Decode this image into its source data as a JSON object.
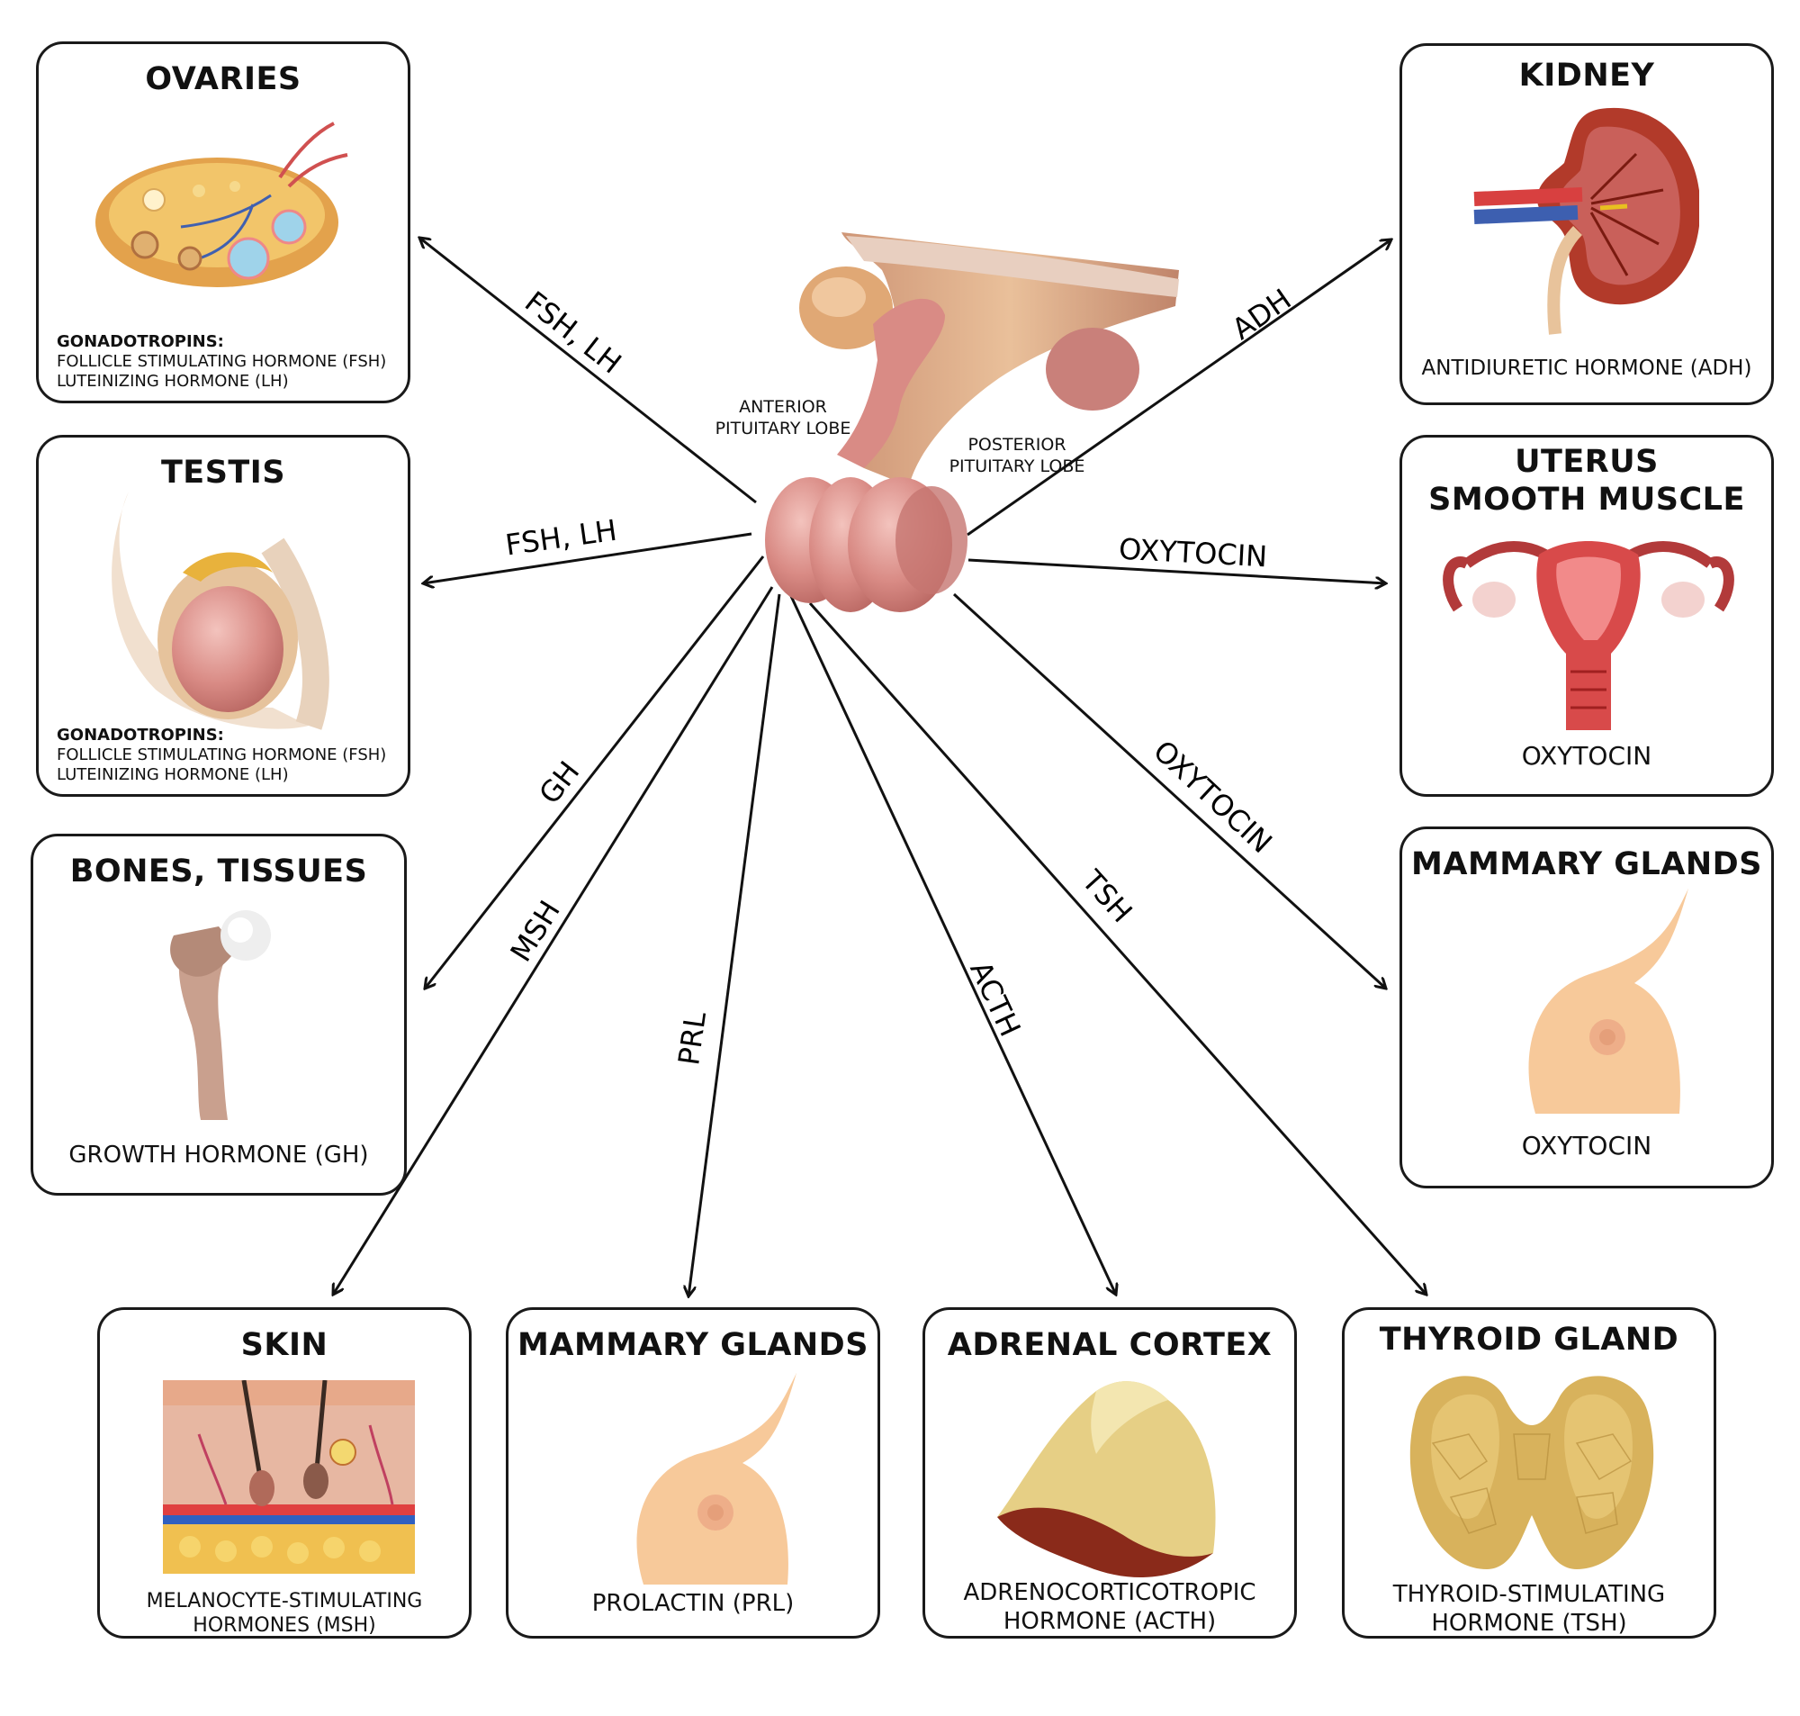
{
  "pituitary": {
    "anterior_label": "ANTERIOR\nPITUITARY LOBE",
    "posterior_label": "POSTERIOR\nPITUITARY LOBE"
  },
  "boxes": {
    "ovaries": {
      "title": "OVARIES",
      "caption_lead": "GONADOTROPINS:",
      "caption_lines": [
        "FOLLICLE STIMULATING HORMONE (FSH)",
        "LUTEINIZING HORMONE (LH)"
      ]
    },
    "testis": {
      "title": "TESTIS",
      "caption_lead": "GONADOTROPINS:",
      "caption_lines": [
        "FOLLICLE STIMULATING HORMONE (FSH)",
        "LUTEINIZING HORMONE (LH)"
      ]
    },
    "bones": {
      "title": "BONES, TISSUES",
      "caption": "GROWTH HORMONE (GH)"
    },
    "skin": {
      "title": "SKIN",
      "caption_lines": [
        "MELANOCYTE-STIMULATING",
        "HORMONES (MSH)"
      ]
    },
    "mammary_bottom": {
      "title": "MAMMARY GLANDS",
      "caption": "PROLACTIN (PRL)"
    },
    "adrenal": {
      "title": "ADRENAL CORTEX",
      "caption_lines": [
        "ADRENOCORTICOTROPIC",
        "HORMONE (ACTH)"
      ]
    },
    "thyroid": {
      "title": "THYROID GLAND",
      "caption_lines": [
        "THYROID-STIMULATING",
        "HORMONE (TSH)"
      ]
    },
    "kidney": {
      "title": "KIDNEY",
      "caption": "ANTIDIURETIC HORMONE (ADH)"
    },
    "uterus": {
      "title_lines": [
        "UTERUS",
        "SMOOTH MUSCLE"
      ],
      "caption": "OXYTOCIN"
    },
    "mammary_right": {
      "title": "MAMMARY GLANDS",
      "caption": "OXYTOCIN"
    }
  },
  "arrows": {
    "ovaries": "FSH, LH",
    "testis": "FSH, LH",
    "bones": "GH",
    "skin": "MSH",
    "mammary_bottom": "PRL",
    "adrenal": "ACTH",
    "thyroid": "TSH",
    "kidney": "ADH",
    "uterus": "OXYTOCIN",
    "mammary_right": "OXYTOCIN"
  },
  "colors": {
    "gland_pink": "#d98b85",
    "gland_skin": "#e7b98f",
    "outline": "#1a1a1a",
    "arrow": "#111111"
  }
}
